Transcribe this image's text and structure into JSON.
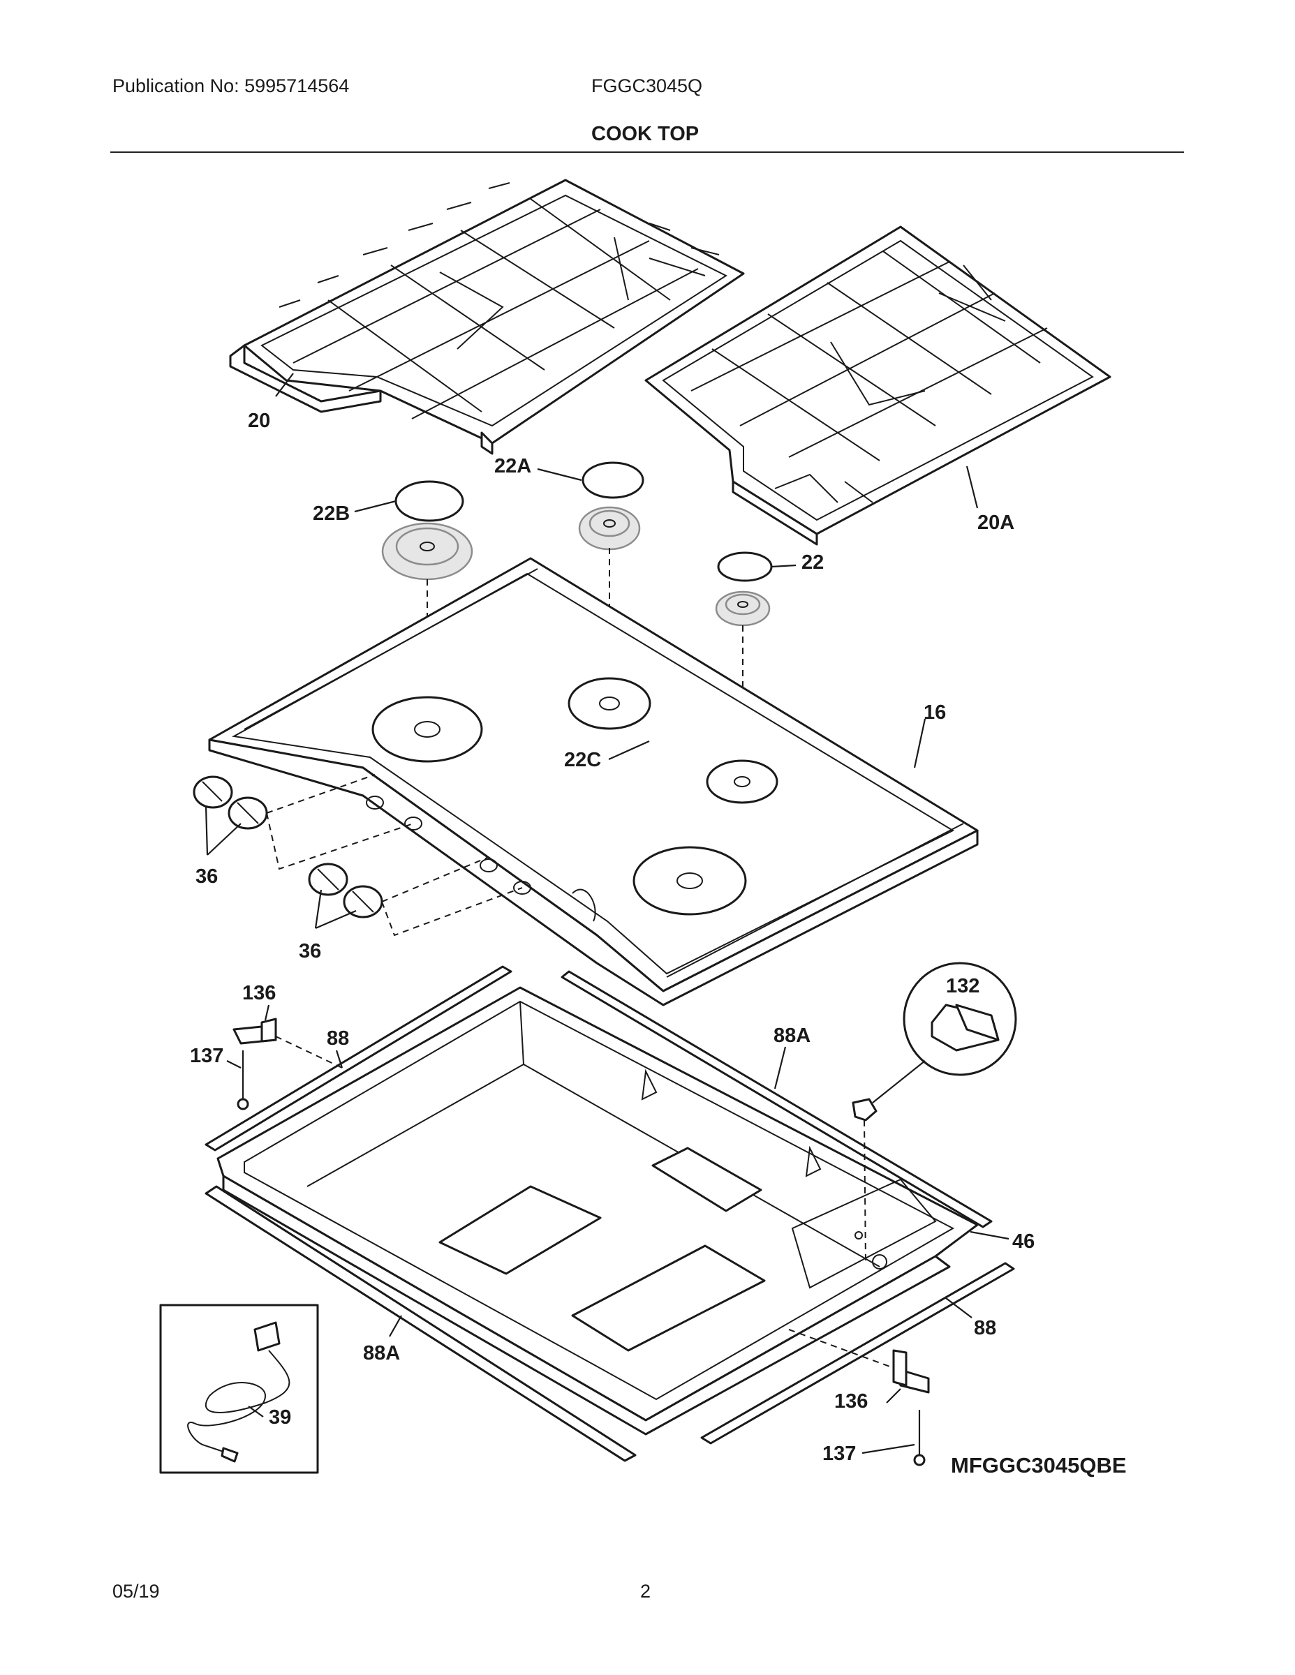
{
  "header": {
    "publication": "Publication No: 5995714564",
    "model": "FGGC3045Q",
    "section_title": "COOK TOP"
  },
  "footer": {
    "date": "05/19",
    "page": "2"
  },
  "diagram": {
    "model_reference": "MFGGC3045QBE",
    "callouts": {
      "c20": "20",
      "c20a": "20A",
      "c22a": "22A",
      "c22b": "22B",
      "c22": "22",
      "c16": "16",
      "c22c": "22C",
      "c36a": "36",
      "c36b": "36",
      "c136a": "136",
      "c88a": "88",
      "c137a": "137",
      "c88aa": "88A",
      "c132": "132",
      "c46": "46",
      "c88b": "88",
      "c88ab": "88A",
      "c39": "39",
      "c136b": "136",
      "c137b": "137"
    }
  }
}
